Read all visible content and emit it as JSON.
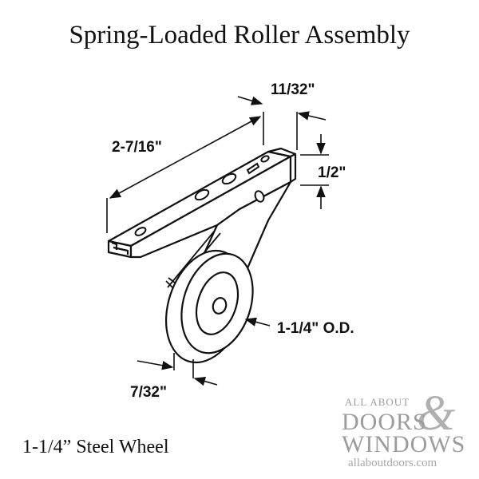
{
  "title": "Spring-Loaded Roller Assembly",
  "caption": "1-1/4” Steel Wheel",
  "dimensions": {
    "length": "2-7/16\"",
    "width": "11/32\"",
    "height": "1/2\"",
    "wheel_diameter": "1-1/4\" O.D.",
    "wheel_width": "7/32\""
  },
  "watermark": {
    "line1": "ALL ABOUT",
    "line2": "DOORS",
    "ampersand": "&",
    "line3": "WINDOWS",
    "url": "allaboutdoors.com"
  }
}
